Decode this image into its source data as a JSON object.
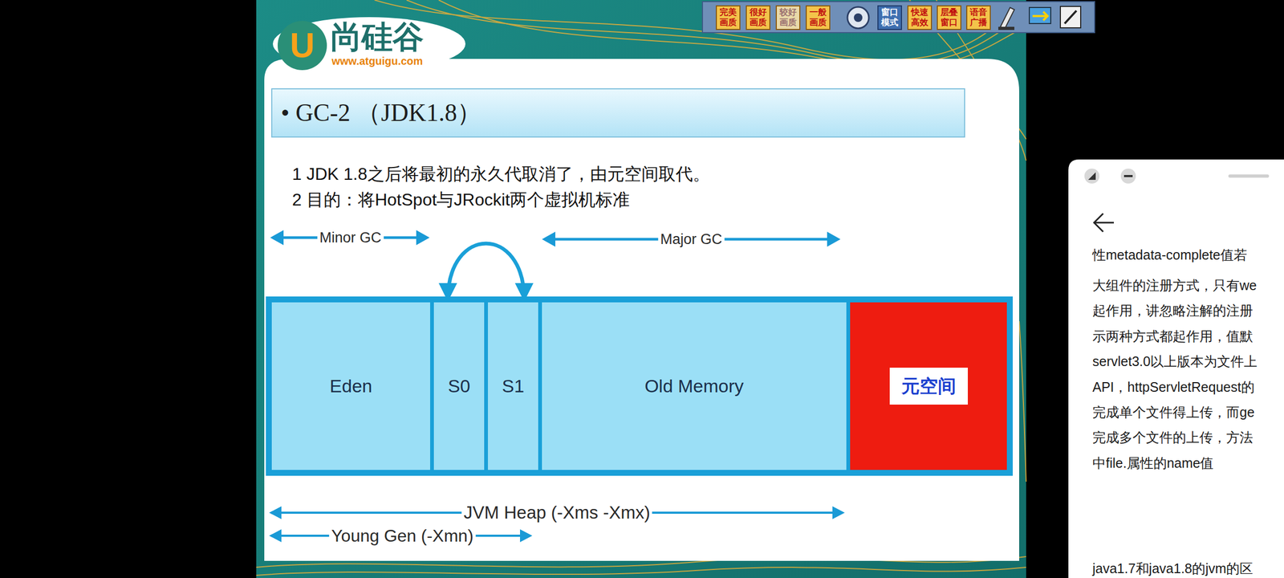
{
  "diagram": {
    "title": "• GC-2 （JDK1.8）",
    "nodes": [
      {
        "text": [
          "完美画质"
        ]
      },
      {
        "text": [
          "很好画质"
        ]
      },
      {
        "text": [
          "较好画质"
        ]
      },
      {
        "text": [
          "一般画质"
        ]
      },
      {
        "text": [
          "窗口模式"
        ]
      },
      {
        "text": [
          "快速高效"
        ]
      },
      {
        "text": [
          "层叠窗口"
        ]
      },
      {
        "text": [
          "语音广播"
        ]
      },
      {
        "text": [
          "Eden"
        ]
      },
      {
        "text": [
          "S0"
        ]
      },
      {
        "text": [
          "S1"
        ]
      },
      {
        "text": [
          "Old Memory"
        ]
      },
      {
        "text": [
          "元空间"
        ]
      }
    ],
    "edges": [
      {
        "from": 9,
        "to": 10,
        "arrow": "both"
      }
    ],
    "labels": [
      "U",
      "尚硅谷",
      "www.atguigu.com",
      "1 JDK 1.8之后将最初的永久代取消了，由元空间取代。",
      "2 目的：将HotSpot与JRockit两个虚拟机标准",
      "Minor GC",
      "Major GC",
      "JVM Heap (-Xms -Xmx)",
      "Young Gen (-Xmn)",
      "性metadata-complete值若",
      "大组件的注册方式，只有we",
      "起作用，讲忽略注解的注册",
      "示两种方式都起作用，值默",
      "servlet3.0以上版本为文件上",
      "API，httpServletRequest的",
      "完成单个文件得上传，而ge",
      "完成多个文件的上传，方法",
      "中file.属性的name值",
      "java1.7和java1.8的jvm的区"
    ]
  }
}
